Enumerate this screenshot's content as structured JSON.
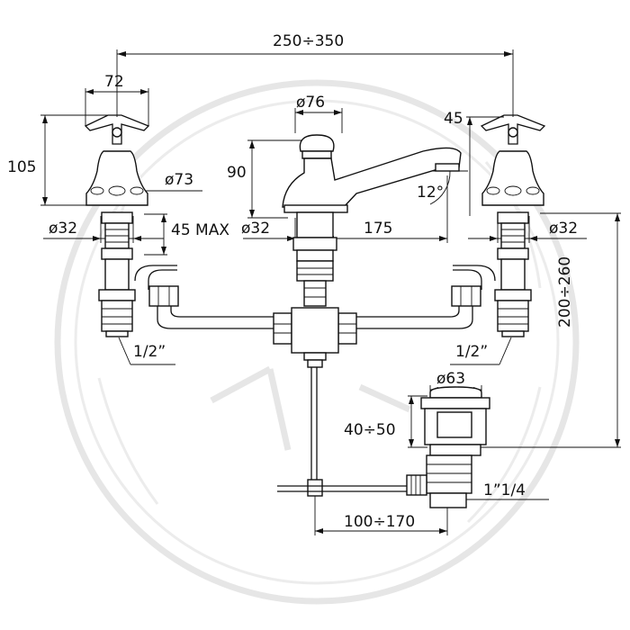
{
  "labels": {
    "overall_width": "250÷350",
    "handle_span": "72",
    "spout_diameter": "ø76",
    "handle_height": "105",
    "body_height": "90",
    "handle_top": "45",
    "base_diameter": "ø73",
    "angle": "12°",
    "left_shank": "ø32",
    "center_shank": "ø32",
    "right_shank": "ø32",
    "max_thickness": "45 MAX",
    "spout_reach": "175",
    "left_thread": "1/2”",
    "right_thread": "1/2”",
    "pipe_length": "200÷260",
    "waste_diameter": "ø63",
    "waste_height": "40÷50",
    "waste_thread": "1”1/4",
    "rod_length": "100÷170"
  }
}
